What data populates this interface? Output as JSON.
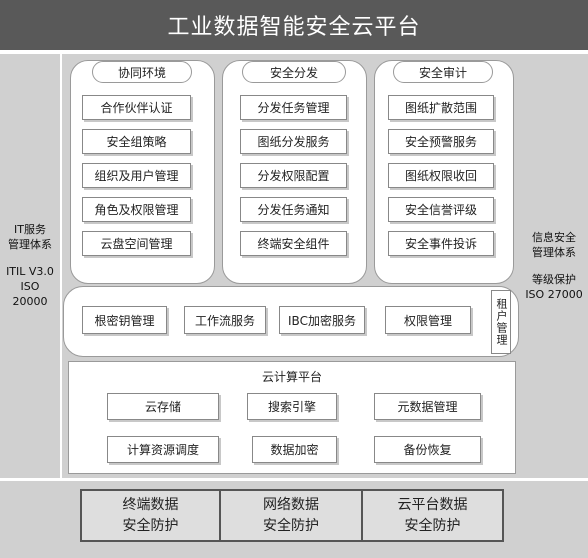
{
  "title": "工业数据智能安全云平台",
  "left_panel": {
    "line1": "IT服务",
    "line2": "管理体系",
    "line3": "ITIL V3.0",
    "line4": "ISO",
    "line5": "20000"
  },
  "right_panel": {
    "line1": "信息安全",
    "line2": "管理体系",
    "line3": "等级保护",
    "line4": "ISO 27000"
  },
  "columns": [
    {
      "title": "协同环境",
      "items": [
        "合作伙伴认证",
        "安全组策略",
        "组织及用户管理",
        "角色及权限管理",
        "云盘空间管理"
      ]
    },
    {
      "title": "安全分发",
      "items": [
        "分发任务管理",
        "图纸分发服务",
        "分发权限配置",
        "分发任务通知",
        "终端安全组件"
      ]
    },
    {
      "title": "安全审计",
      "items": [
        "图纸扩散范围",
        "安全预警服务",
        "图纸权限收回",
        "安全信誉评级",
        "安全事件投诉"
      ]
    }
  ],
  "services": {
    "items": [
      "根密钥管理",
      "工作流服务",
      "IBC加密服务",
      "权限管理"
    ],
    "tenant": "租户管理"
  },
  "cloud": {
    "title": "云计算平台",
    "row1": [
      "云存储",
      "搜索引擎",
      "元数据管理"
    ],
    "row2": [
      "计算资源调度",
      "数据加密",
      "备份恢复"
    ]
  },
  "bottom": [
    {
      "line1": "终端数据",
      "line2": "安全防护"
    },
    {
      "line1": "网络数据",
      "line2": "安全防护"
    },
    {
      "line1": "云平台数据",
      "line2": "安全防护"
    }
  ]
}
